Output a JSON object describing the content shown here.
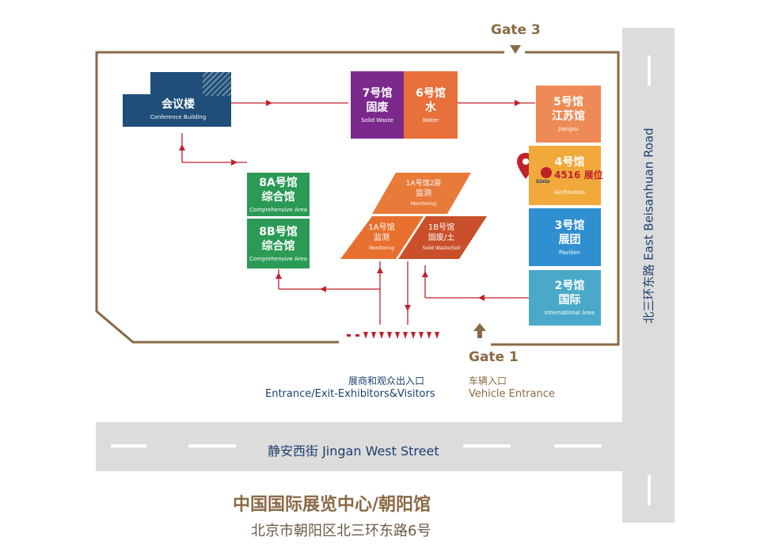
{
  "gates": {
    "gate3": "Gate 3",
    "gate1": "Gate 1"
  },
  "halls": {
    "conference": {
      "name": "会议楼",
      "en": "Conference Building"
    },
    "h7": {
      "name": "7号馆",
      "cn2": "固废",
      "en": "Solid Waste"
    },
    "h6": {
      "name": "6号馆",
      "cn2": "水",
      "en": "Water"
    },
    "h5": {
      "name": "5号馆",
      "cn2": "江苏馆",
      "en": "Jiangsu"
    },
    "h4": {
      "name": "4号馆",
      "en": "Air/Pavilion"
    },
    "h3": {
      "name": "3号馆",
      "cn2": "展团",
      "en": "Pavilion"
    },
    "h2": {
      "name": "2号馆",
      "cn2": "国际",
      "en": "International Area"
    },
    "h8a": {
      "name": "8A号馆",
      "cn2": "综合馆",
      "en": "Comprehensive Area"
    },
    "h8b": {
      "name": "8B号馆",
      "cn2": "综合馆",
      "en": "Comprehensive Area"
    },
    "h1a2": {
      "name": "1A号馆2层",
      "cn2": "监测",
      "en": "Monitoring"
    },
    "h1a": {
      "name": "1A号馆",
      "cn2": "监测",
      "en": "Monitoring"
    },
    "h1b": {
      "name": "1B号馆",
      "cn2": "固废/土",
      "en": "Solid Waste/Soil"
    }
  },
  "booth": {
    "label": "4516 展位",
    "logo_text": "Sinto"
  },
  "entrances": {
    "visitors_cn": "展商和观众出入口",
    "visitors_en": "Entrance/Exit-Exhibitors&Visitors",
    "vehicle_cn": "车辆入口",
    "vehicle_en": "Vehicle Entrance"
  },
  "streets": {
    "south": "静安西街 Jingan West Street",
    "east": "北三环东路 East Beisanhuan Road"
  },
  "footer": {
    "title": "中国国际展览中心/朝阳馆",
    "address": "北京市朝阳区北三环东路6号"
  },
  "colors": {
    "boundary": "#8a6a45",
    "arrow": "#c0212b",
    "conference": "#1e4e79",
    "h7": "#7b2a8c",
    "h6": "#e8703a",
    "h5": "#ee8a55",
    "h4": "#f2a93b",
    "h3": "#2f8fd1",
    "h2": "#4aa9c9",
    "h8": "#2a9a55",
    "h1a2": "#e87a3a",
    "h1a": "#e8702e",
    "h1b": "#c9502a",
    "road": "#dcdcdc",
    "label_blue": "#1e3f6e",
    "label_gold": "#8a6a45"
  }
}
